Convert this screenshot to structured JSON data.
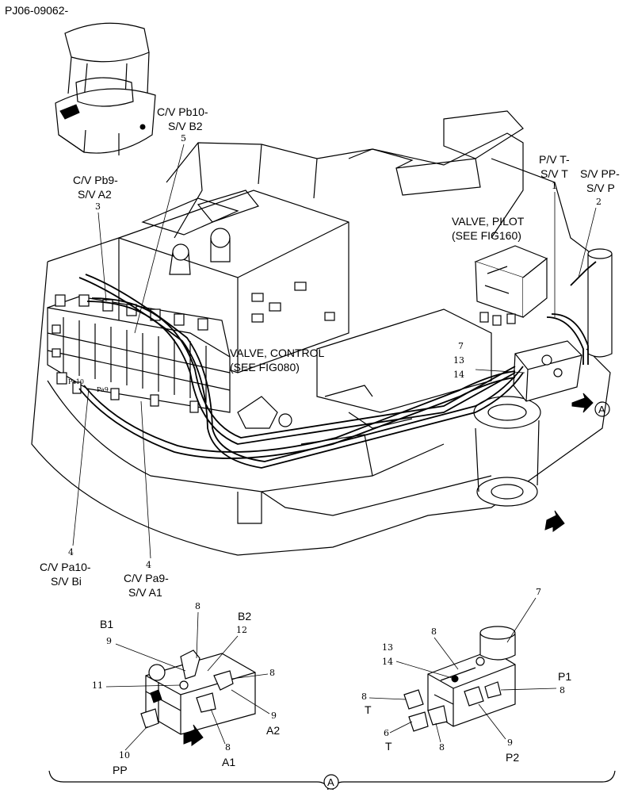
{
  "page_id": "PJ06-09062-",
  "labels": {
    "cv_pb10": "C/V Pb10-",
    "sv_b2": "S/V B2",
    "cv_pb9": "C/V Pb9-",
    "sv_a2": "S/V A2",
    "pv_t": "P/V T-",
    "sv_t": "S/V T",
    "sv_pp": "S/V PP-",
    "sv_p": "S/V P",
    "valve_pilot": "VALVE, PILOT",
    "see_fig160": "(SEE FIG160)",
    "valve_control": "VALVE, CONTROL",
    "see_fig080": "(SEE FIG080)",
    "cv_pa10": "C/V Pa10-",
    "sv_bi": "S/V Bi",
    "cv_pa9": "C/V Pa9-",
    "sv_a1": "S/V A1",
    "view_a": "A",
    "port_pa10": "Pa10",
    "port_pa9": "Pa9"
  },
  "detail_left": {
    "b1": "B1",
    "b2": "B2",
    "a2": "A2",
    "a1": "A1",
    "pp": "PP"
  },
  "detail_right": {
    "p1": "P1",
    "p2": "P2",
    "t_top": "T",
    "t_bottom": "T"
  },
  "callouts": {
    "n1": "1",
    "n2": "2",
    "n3": "3",
    "n4a": "4",
    "n4b": "4",
    "n5": "5",
    "n7": "7",
    "n13": "13",
    "n14": "14",
    "dl_8top": "8",
    "dl_9": "9",
    "dl_12": "12",
    "dl_11": "11",
    "dl_8right": "8",
    "dl_9right": "9",
    "dl_8bottom": "8",
    "dl_10": "10",
    "dr_7": "7",
    "dr_8top": "8",
    "dr_13": "13",
    "dr_14": "14",
    "dr_8p1": "8",
    "dr_8t": "8",
    "dr_6": "6",
    "dr_8bottom": "8",
    "dr_9": "9"
  }
}
